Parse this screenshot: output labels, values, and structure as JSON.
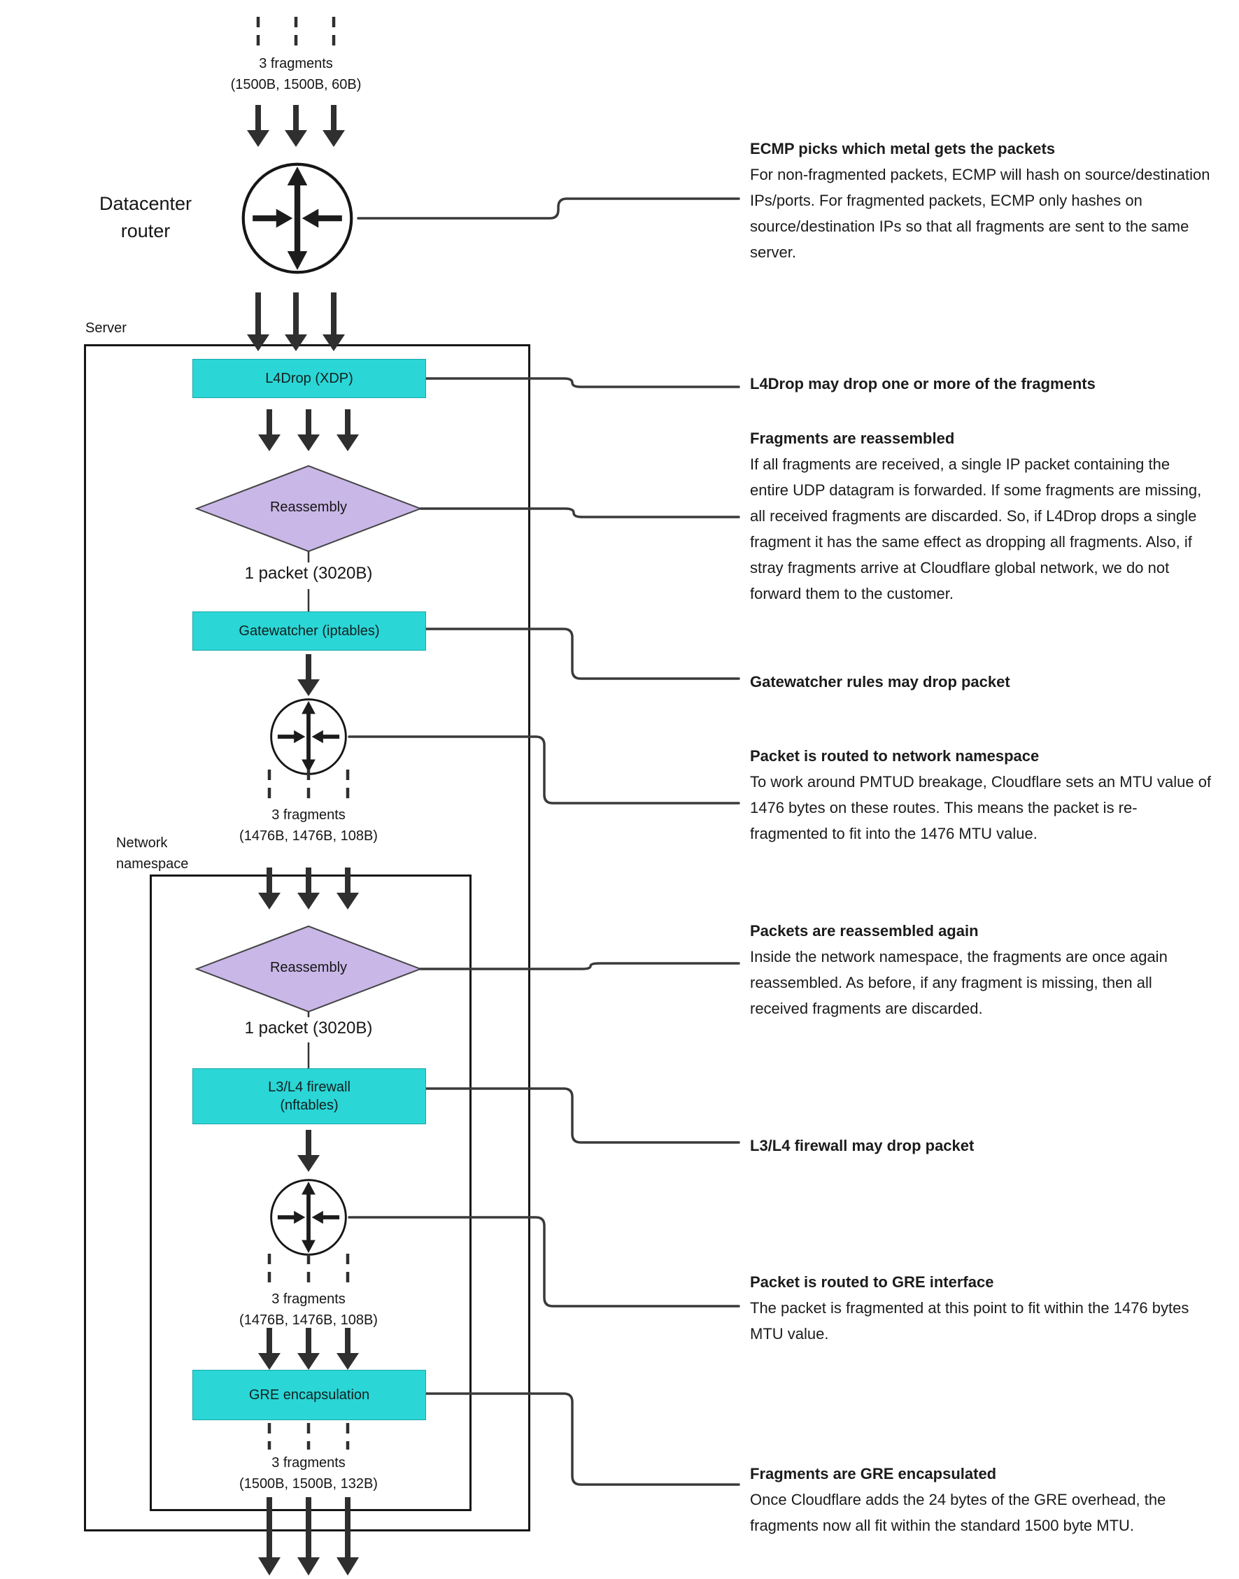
{
  "diagram": {
    "top_fragments": {
      "label": "3 fragments",
      "sizes": "(1500B, 1500B, 60B)"
    },
    "datacenter_router_label": "Datacenter router",
    "server_label": "Server",
    "network_namespace_label": "Network namespace",
    "nodes": {
      "l4drop": "L4Drop (XDP)",
      "reassembly1": "Reassembly",
      "packet1": "1 packet (3020B)",
      "gatewatcher": "Gatewatcher (iptables)",
      "fragments2": {
        "label": "3 fragments",
        "sizes": "(1476B, 1476B, 108B)"
      },
      "reassembly2": "Reassembly",
      "packet2": "1 packet (3020B)",
      "firewall_line1": "L3/L4 firewall",
      "firewall_line2": "(nftables)",
      "fragments3": {
        "label": "3 fragments",
        "sizes": "(1476B, 1476B, 108B)"
      },
      "gre": "GRE encapsulation",
      "fragments4": {
        "label": "3 fragments",
        "sizes": "(1500B, 1500B, 132B)"
      }
    },
    "annotations": [
      {
        "title": "ECMP picks which metal gets the packets",
        "body": "For non-fragmented packets, ECMP will hash on source/destination IPs/ports. For fragmented packets, ECMP only hashes on source/destination IPs so that all fragments are sent to the same server."
      },
      {
        "title": "L4Drop may drop one or more of the fragments",
        "body": ""
      },
      {
        "title": "Fragments are reassembled",
        "body": "If all fragments are received, a single IP packet containing the entire UDP datagram is forwarded. If some fragments are missing, all received fragments are discarded. So, if L4Drop drops a single fragment it has the same effect as dropping all fragments. Also, if stray fragments arrive at Cloudflare global network, we do not forward them to the customer."
      },
      {
        "title": "Gatewatcher rules may drop packet",
        "body": ""
      },
      {
        "title": "Packet is routed to network namespace",
        "body": "To work around PMTUD breakage, Cloudflare sets an MTU value of 1476 bytes on these routes. This means the packet is re-fragmented to fit into the 1476 MTU value."
      },
      {
        "title": "Packets are reassembled again",
        "body": "Inside the network namespace, the fragments are once again reassembled. As before, if any fragment is missing, then all received fragments are discarded."
      },
      {
        "title": "L3/L4 firewall may drop packet",
        "body": ""
      },
      {
        "title": "Packet is routed to GRE interface",
        "body": "The packet is fragmented at this point to fit within the 1476 bytes MTU value."
      },
      {
        "title": "Fragments are GRE encapsulated",
        "body": "Once Cloudflare adds the 24 bytes of the GRE overhead, the fragments now all fit within the standard 1500 byte MTU."
      }
    ],
    "colors": {
      "node_fill": "#2BD6D6",
      "diamond_fill": "#C9B7E8",
      "arrow": "#2f2f2f",
      "connector": "#3A3A3A"
    }
  }
}
